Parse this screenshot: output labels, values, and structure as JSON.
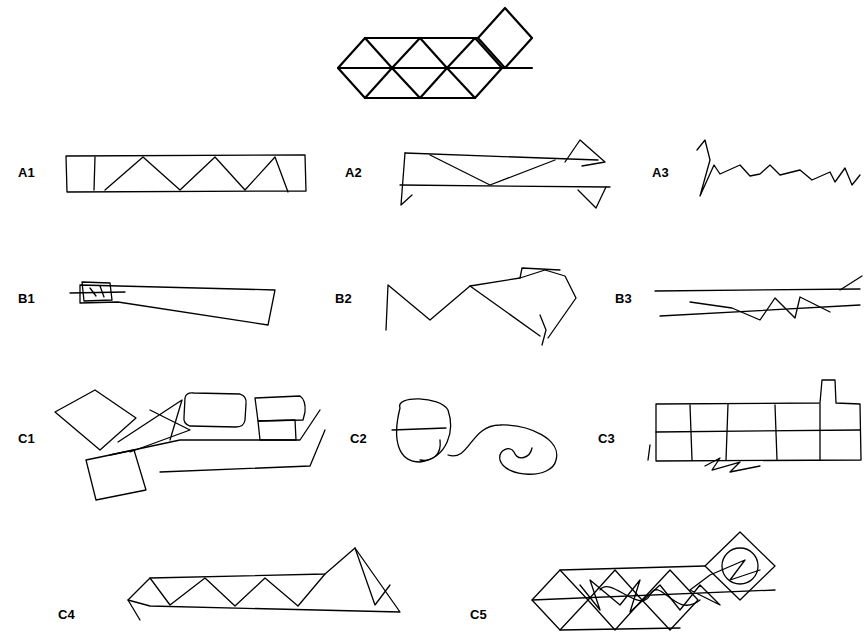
{
  "diagram": {
    "labels": [
      "A1",
      "A2",
      "A3",
      "B1",
      "B2",
      "B3",
      "C1",
      "C2",
      "C3",
      "C4",
      "C5"
    ]
  }
}
